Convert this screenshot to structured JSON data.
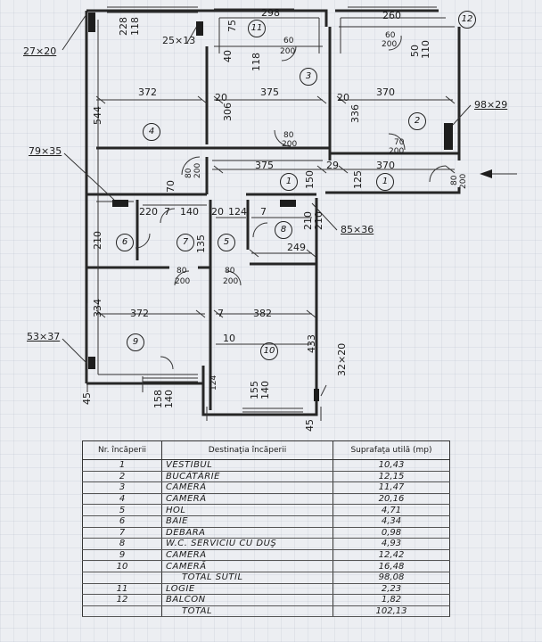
{
  "plan": {
    "rooms": [
      {
        "num": "1"
      },
      {
        "num": "1"
      },
      {
        "num": "2"
      },
      {
        "num": "3"
      },
      {
        "num": "4"
      },
      {
        "num": "5"
      },
      {
        "num": "6"
      },
      {
        "num": "7"
      },
      {
        "num": "8"
      },
      {
        "num": "9"
      },
      {
        "num": "10"
      },
      {
        "num": "11"
      },
      {
        "num": "12"
      }
    ],
    "dims": {
      "d_298": "298",
      "d_260": "260",
      "d_228": "228",
      "d_118a": "118",
      "d_75": "75",
      "d_60a": "60",
      "d_200a": "200",
      "d_40a": "40",
      "d_118b": "118",
      "d_60b": "60",
      "d_200b": "200",
      "d_50": "50",
      "d_110": "110",
      "d_372": "372",
      "d_375": "375",
      "d_370": "370",
      "d_20a": "20",
      "d_20b": "20",
      "d_544": "544",
      "d_306": "306",
      "d_336": "336",
      "d_80a": "80",
      "d_200c": "200",
      "d_70a": "70",
      "d_200d": "200",
      "d_375b": "375",
      "d_370b": "370",
      "d_29": "29",
      "d_150": "150",
      "d_125": "125",
      "d_80b": "80",
      "d_200e": "200",
      "d_80c": "80",
      "d_200f": "200",
      "d_70b": "70",
      "d_220": "220",
      "d_7a": "7",
      "d_140": "140",
      "d_20c": "20",
      "d_124": "124",
      "d_7b": "7",
      "d_210a": "210",
      "d_210b": "210",
      "d_249": "249",
      "d_135": "135",
      "d_80d": "80",
      "d_200g": "200",
      "d_80e": "80",
      "d_200h": "200",
      "d_210c": "210",
      "d_334": "334",
      "d_372b": "372",
      "d_7c": "7",
      "d_382": "382",
      "d_10": "10",
      "d_433": "433",
      "d_124b": "124",
      "d_158": "158",
      "d_140b": "140",
      "d_155": "155",
      "d_140c": "140",
      "d_45a": "45",
      "d_45b": "45"
    },
    "callouts": {
      "c_27x20": "27×20",
      "c_25x13": "25×13",
      "c_98x29": "98×29",
      "c_79x35": "79×35",
      "c_85x36": "85×36",
      "c_53x37": "53×37",
      "c_32x20": "32×20"
    }
  },
  "legend": {
    "headers": {
      "nr": "Nr. încăperii",
      "dest": "Destinaţia încăperii",
      "supr": "Suprafaţa utilă (mp)"
    },
    "rows": [
      {
        "nr": "1",
        "dest": "Vestibul",
        "supr": "10,43"
      },
      {
        "nr": "2",
        "dest": "Bucătărie",
        "supr": "12,15"
      },
      {
        "nr": "3",
        "dest": "Cameră",
        "supr": "11,47"
      },
      {
        "nr": "4",
        "dest": "Cameră",
        "supr": "20,16"
      },
      {
        "nr": "5",
        "dest": "Hol",
        "supr": "4,71"
      },
      {
        "nr": "6",
        "dest": "Baie",
        "supr": "4,34"
      },
      {
        "nr": "7",
        "dest": "Debara",
        "supr": "0,98"
      },
      {
        "nr": "8",
        "dest": "W.C. serviciu cu duş",
        "supr": "4,93"
      },
      {
        "nr": "9",
        "dest": "Cameră",
        "supr": "12,42"
      },
      {
        "nr": "10",
        "dest": "Cameră",
        "supr": "16,48"
      },
      {
        "nr": "",
        "dest": "Total Sutil",
        "supr": "98,08",
        "total": true
      },
      {
        "nr": "11",
        "dest": "Logie",
        "supr": "2,23"
      },
      {
        "nr": "12",
        "dest": "Balcon",
        "supr": "1,82"
      },
      {
        "nr": "",
        "dest": "Total",
        "supr": "102,13",
        "total": true
      }
    ]
  }
}
